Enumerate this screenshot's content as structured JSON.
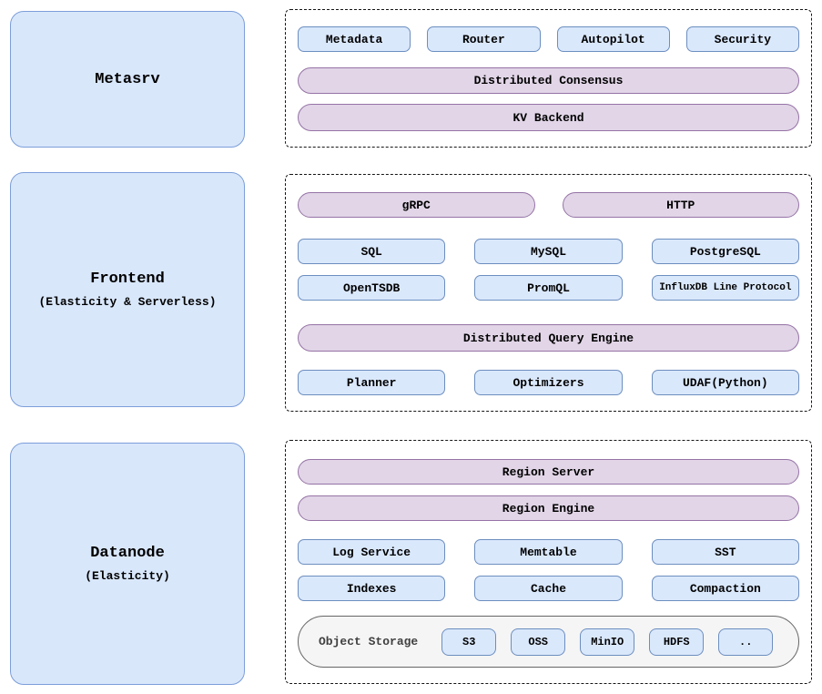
{
  "colors": {
    "node_fill_blue": "#dae8fc",
    "node_stroke_blue": "#6c8ebf",
    "pill_fill_purple": "#e1d5e7",
    "pill_stroke_purple": "#9673a6",
    "storage_fill_gray": "#f5f5f5",
    "storage_stroke_gray": "#666666",
    "dashed_border": "#161616"
  },
  "sections": {
    "metasrv": {
      "title": "Metasrv",
      "services": [
        "Metadata",
        "Router",
        "Autopilot",
        "Security"
      ],
      "pills": [
        "Distributed Consensus",
        "KV Backend"
      ]
    },
    "frontend": {
      "title": "Frontend",
      "subtitle": "(Elasticity & Serverless)",
      "entry_pills": [
        "gRPC",
        "HTTP"
      ],
      "protocols_row1": [
        "SQL",
        "MySQL",
        "PostgreSQL"
      ],
      "protocols_row2": [
        "OpenTSDB",
        "PromQL",
        "InfluxDB Line Protocol"
      ],
      "engine_pill": "Distributed Query Engine",
      "query_row": [
        "Planner",
        "Optimizers",
        "UDAF(Python)"
      ]
    },
    "datanode": {
      "title": "Datanode",
      "subtitle": "(Elasticity)",
      "pills": [
        "Region Server",
        "Region Engine"
      ],
      "storage_row1": [
        "Log Service",
        "Memtable",
        "SST"
      ],
      "storage_row2": [
        "Indexes",
        "Cache",
        "Compaction"
      ],
      "object_storage": {
        "label": "Object Storage",
        "backends": [
          "S3",
          "OSS",
          "MinIO",
          "HDFS",
          ".."
        ]
      }
    }
  }
}
